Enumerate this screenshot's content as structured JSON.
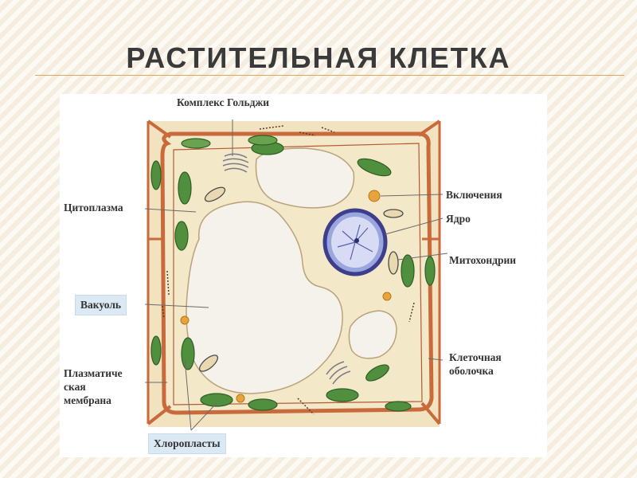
{
  "title": "РАСТИТЕЛЬНАЯ КЛЕТКА",
  "labels": {
    "golgi": "Комплекс Гольджи",
    "cytoplasm": "Цитоплазма",
    "vacuole": "Вакуоль",
    "plasma_membrane_line1": "Плазматиче",
    "plasma_membrane_line2": "ская",
    "plasma_membrane_line3": "мембрана",
    "chloroplasts": "Хлоропласты",
    "inclusions": "Включения",
    "nucleus": "Ядро",
    "mitochondria": "Митохондрии",
    "cell_wall_line1": "Клеточная",
    "cell_wall_line2": "оболочка"
  },
  "colors": {
    "cell_wall": "#c96a3c",
    "cytoplasm": "#f3e8c8",
    "vacuole": "#f4f2ea",
    "nucleus": "#9ca6de",
    "chloroplast": "#4f8f3e",
    "inclusion": "#e8a43a",
    "label_box": "#dbe9f4"
  }
}
